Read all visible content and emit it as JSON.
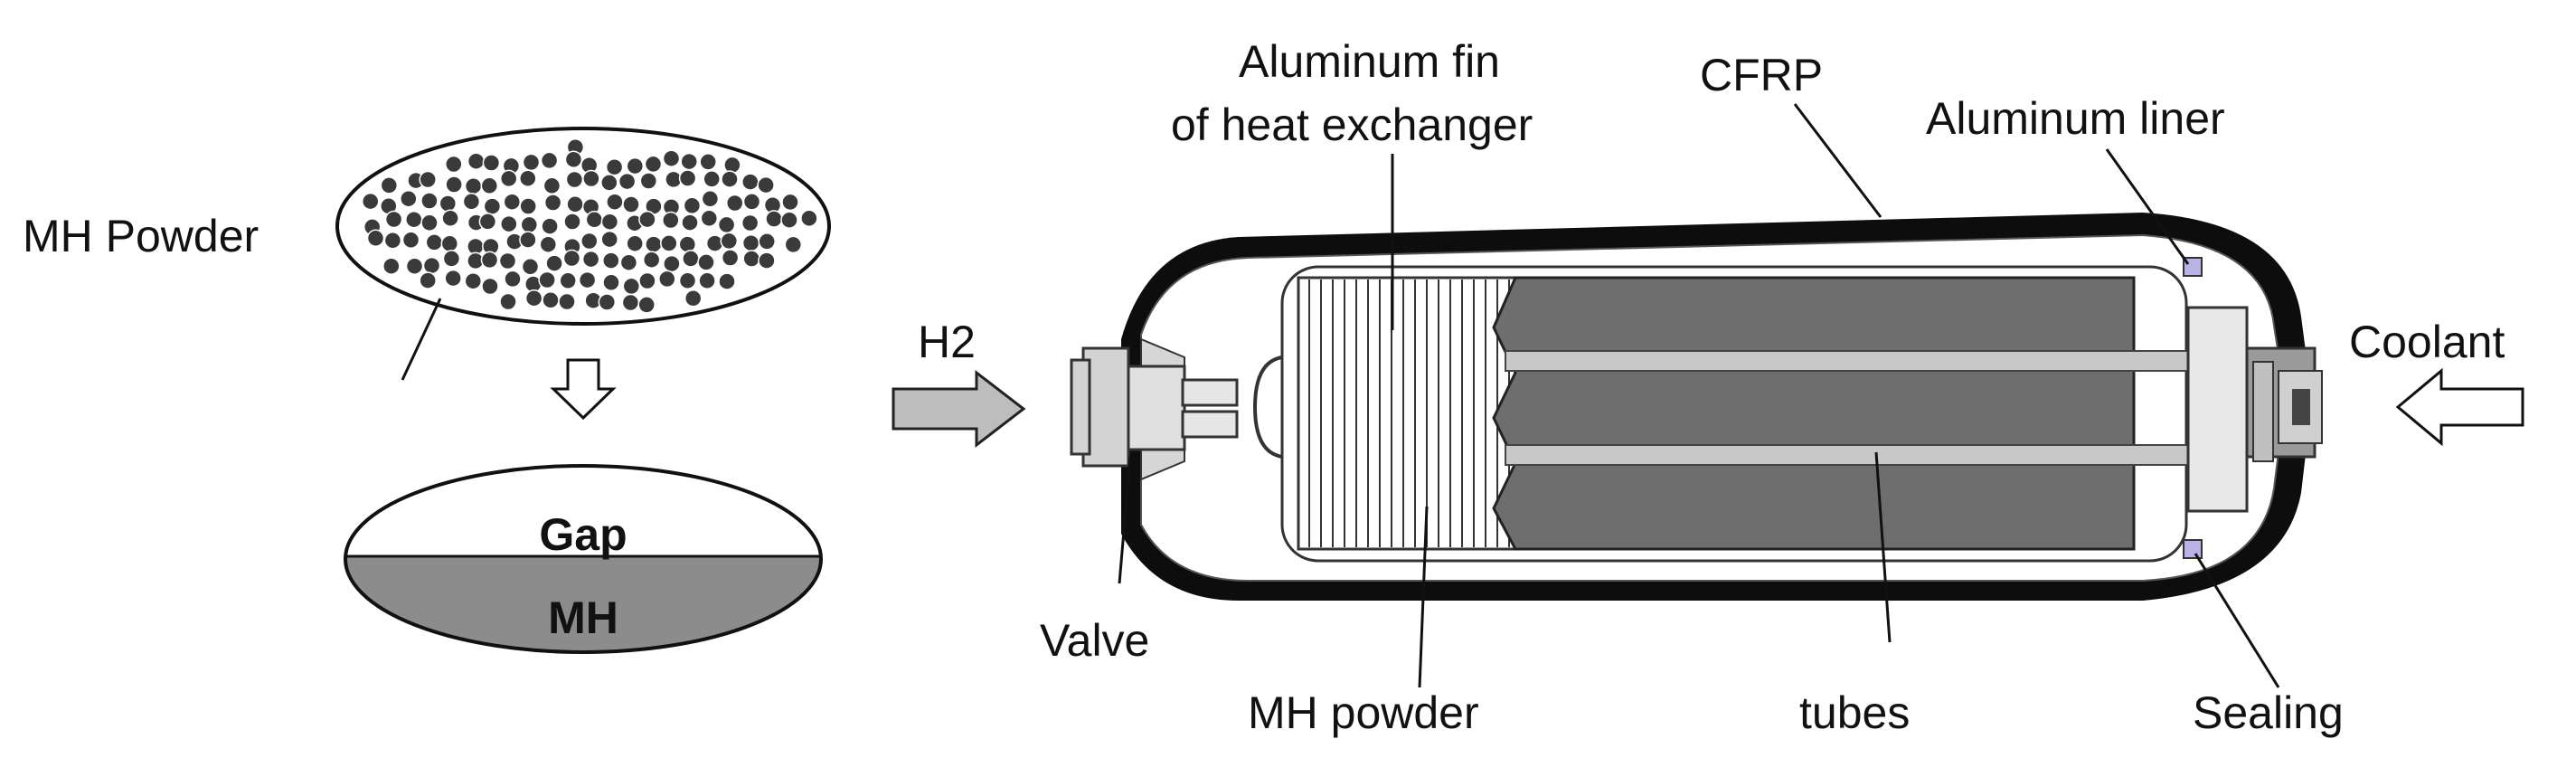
{
  "labels": {
    "mh_powder_left": "MH Powder",
    "gap": "Gap",
    "mh": "MH",
    "h2": "H2",
    "aluminum_fin_line1": "Aluminum fin",
    "aluminum_fin_line2": "of heat exchanger",
    "cfrp": "CFRP",
    "aluminum_liner": "Aluminum liner",
    "coolant": "Coolant",
    "valve": "Valve",
    "mh_powder_bottom": "MH powder",
    "tubes": "tubes",
    "sealing": "Sealing"
  },
  "colors": {
    "mh_fill": "#8c8c8c",
    "mh_core": "#6e6e6e",
    "cfrp_shell": "#0d0d0d",
    "liner": "#ffffff",
    "tube": "#c8c8c8",
    "arrow_fill": "#bdbdbd",
    "seal": "#b9b2e6",
    "particle": "#3a3a3a"
  },
  "icons": {
    "down_arrow": "hollow-down-arrow",
    "h2_arrow": "gray-right-arrow",
    "coolant_arrow": "hollow-left-arrow"
  }
}
